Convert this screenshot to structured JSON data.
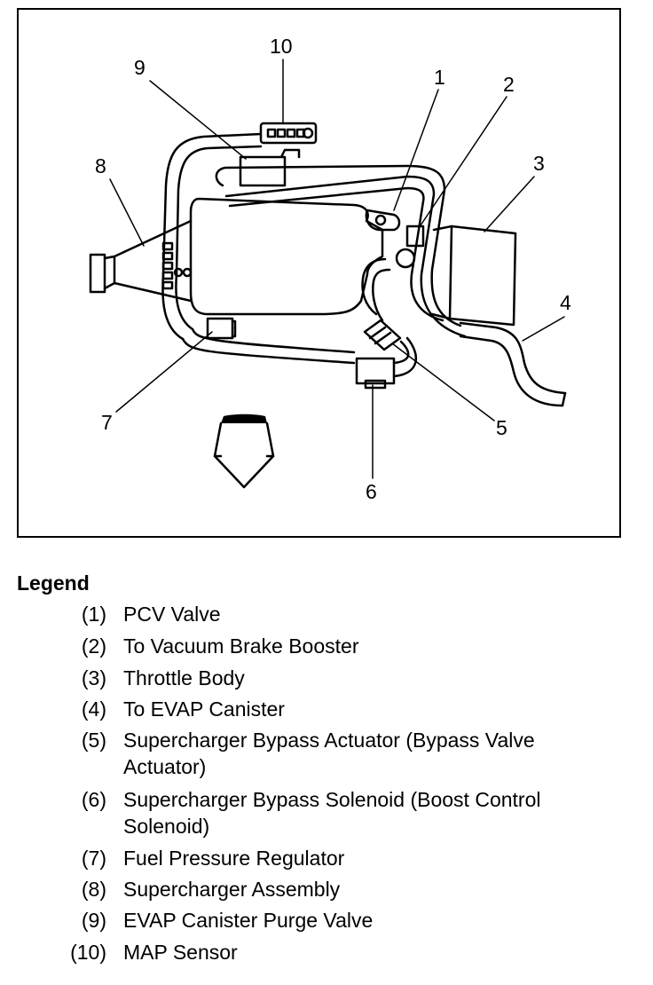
{
  "diagram": {
    "callouts": [
      "1",
      "2",
      "3",
      "4",
      "5",
      "6",
      "7",
      "8",
      "9",
      "10"
    ]
  },
  "legend": {
    "title": "Legend",
    "items": [
      {
        "num": "(1)",
        "text": "PCV Valve"
      },
      {
        "num": "(2)",
        "text": "To Vacuum Brake Booster"
      },
      {
        "num": "(3)",
        "text": "Throttle Body"
      },
      {
        "num": "(4)",
        "text": "To EVAP Canister"
      },
      {
        "num": "(5)",
        "text": "Supercharger Bypass Actuator (Bypass Valve Actuator)"
      },
      {
        "num": "(6)",
        "text": "Supercharger Bypass Solenoid (Boost Control Solenoid)"
      },
      {
        "num": "(7)",
        "text": "Fuel Pressure Regulator"
      },
      {
        "num": "(8)",
        "text": "Supercharger Assembly"
      },
      {
        "num": "(9)",
        "text": "EVAP Canister Purge Valve"
      },
      {
        "num": "(10)",
        "text": "MAP Sensor"
      }
    ]
  }
}
